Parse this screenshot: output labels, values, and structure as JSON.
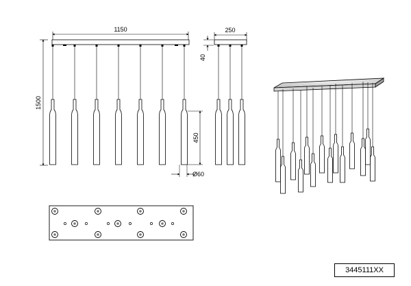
{
  "dimensions": {
    "width": "1150",
    "height": "1500",
    "depth": "250",
    "canopy_drop": "40",
    "shade_length": "450",
    "shade_diameter": "Ø60"
  },
  "product_code": "3445111XX",
  "front_view_pendants": 7,
  "side_view_pendants": 3,
  "iso_view_pendants": 14
}
